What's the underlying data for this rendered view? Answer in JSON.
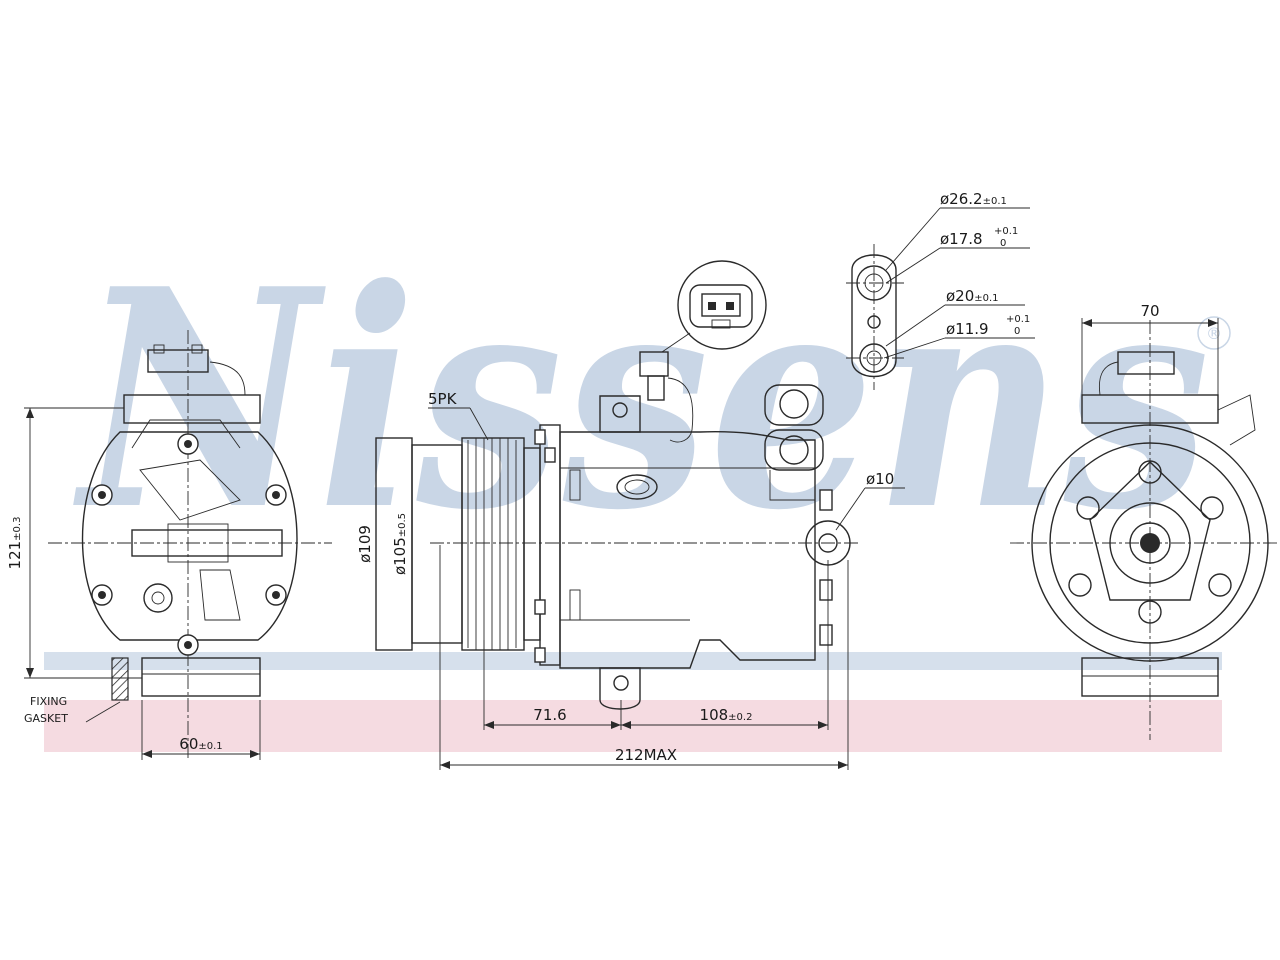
{
  "watermark": {
    "text": "Nissens",
    "registered_mark": "®",
    "color": "#c9d6e6",
    "band_blue": "#d6e0ec",
    "band_pink": "#f5dbe1"
  },
  "labels": {
    "poly_v": "5PK",
    "fixing_line1": "FIXING",
    "fixing_line2": "GASKET"
  },
  "dimensions": {
    "height_main": "121",
    "height_tol": "±0.3",
    "flange_width_main": "60",
    "flange_width_tol": "±0.1",
    "pulley_outer": "ø109",
    "pulley_groove_main": "ø105",
    "pulley_groove_tol": "±0.5",
    "offset": "71.6",
    "mount_spacing_main": "108",
    "mount_spacing_tol": "±0.2",
    "overall_length": "212MAX",
    "mount_hole": "ø10",
    "side_width": "70",
    "port_large_outer_main": "ø26.2",
    "port_large_outer_tol": "±0.1",
    "port_large_inner_main": "ø17.8",
    "port_large_inner_tol_plus": "+0.1",
    "port_large_inner_tol_minus": "0",
    "port_small_outer_main": "ø20",
    "port_small_outer_tol": "±0.1",
    "port_small_inner_main": "ø11.9",
    "port_small_inner_tol_plus": "+0.1",
    "port_small_inner_tol_minus": "0"
  }
}
